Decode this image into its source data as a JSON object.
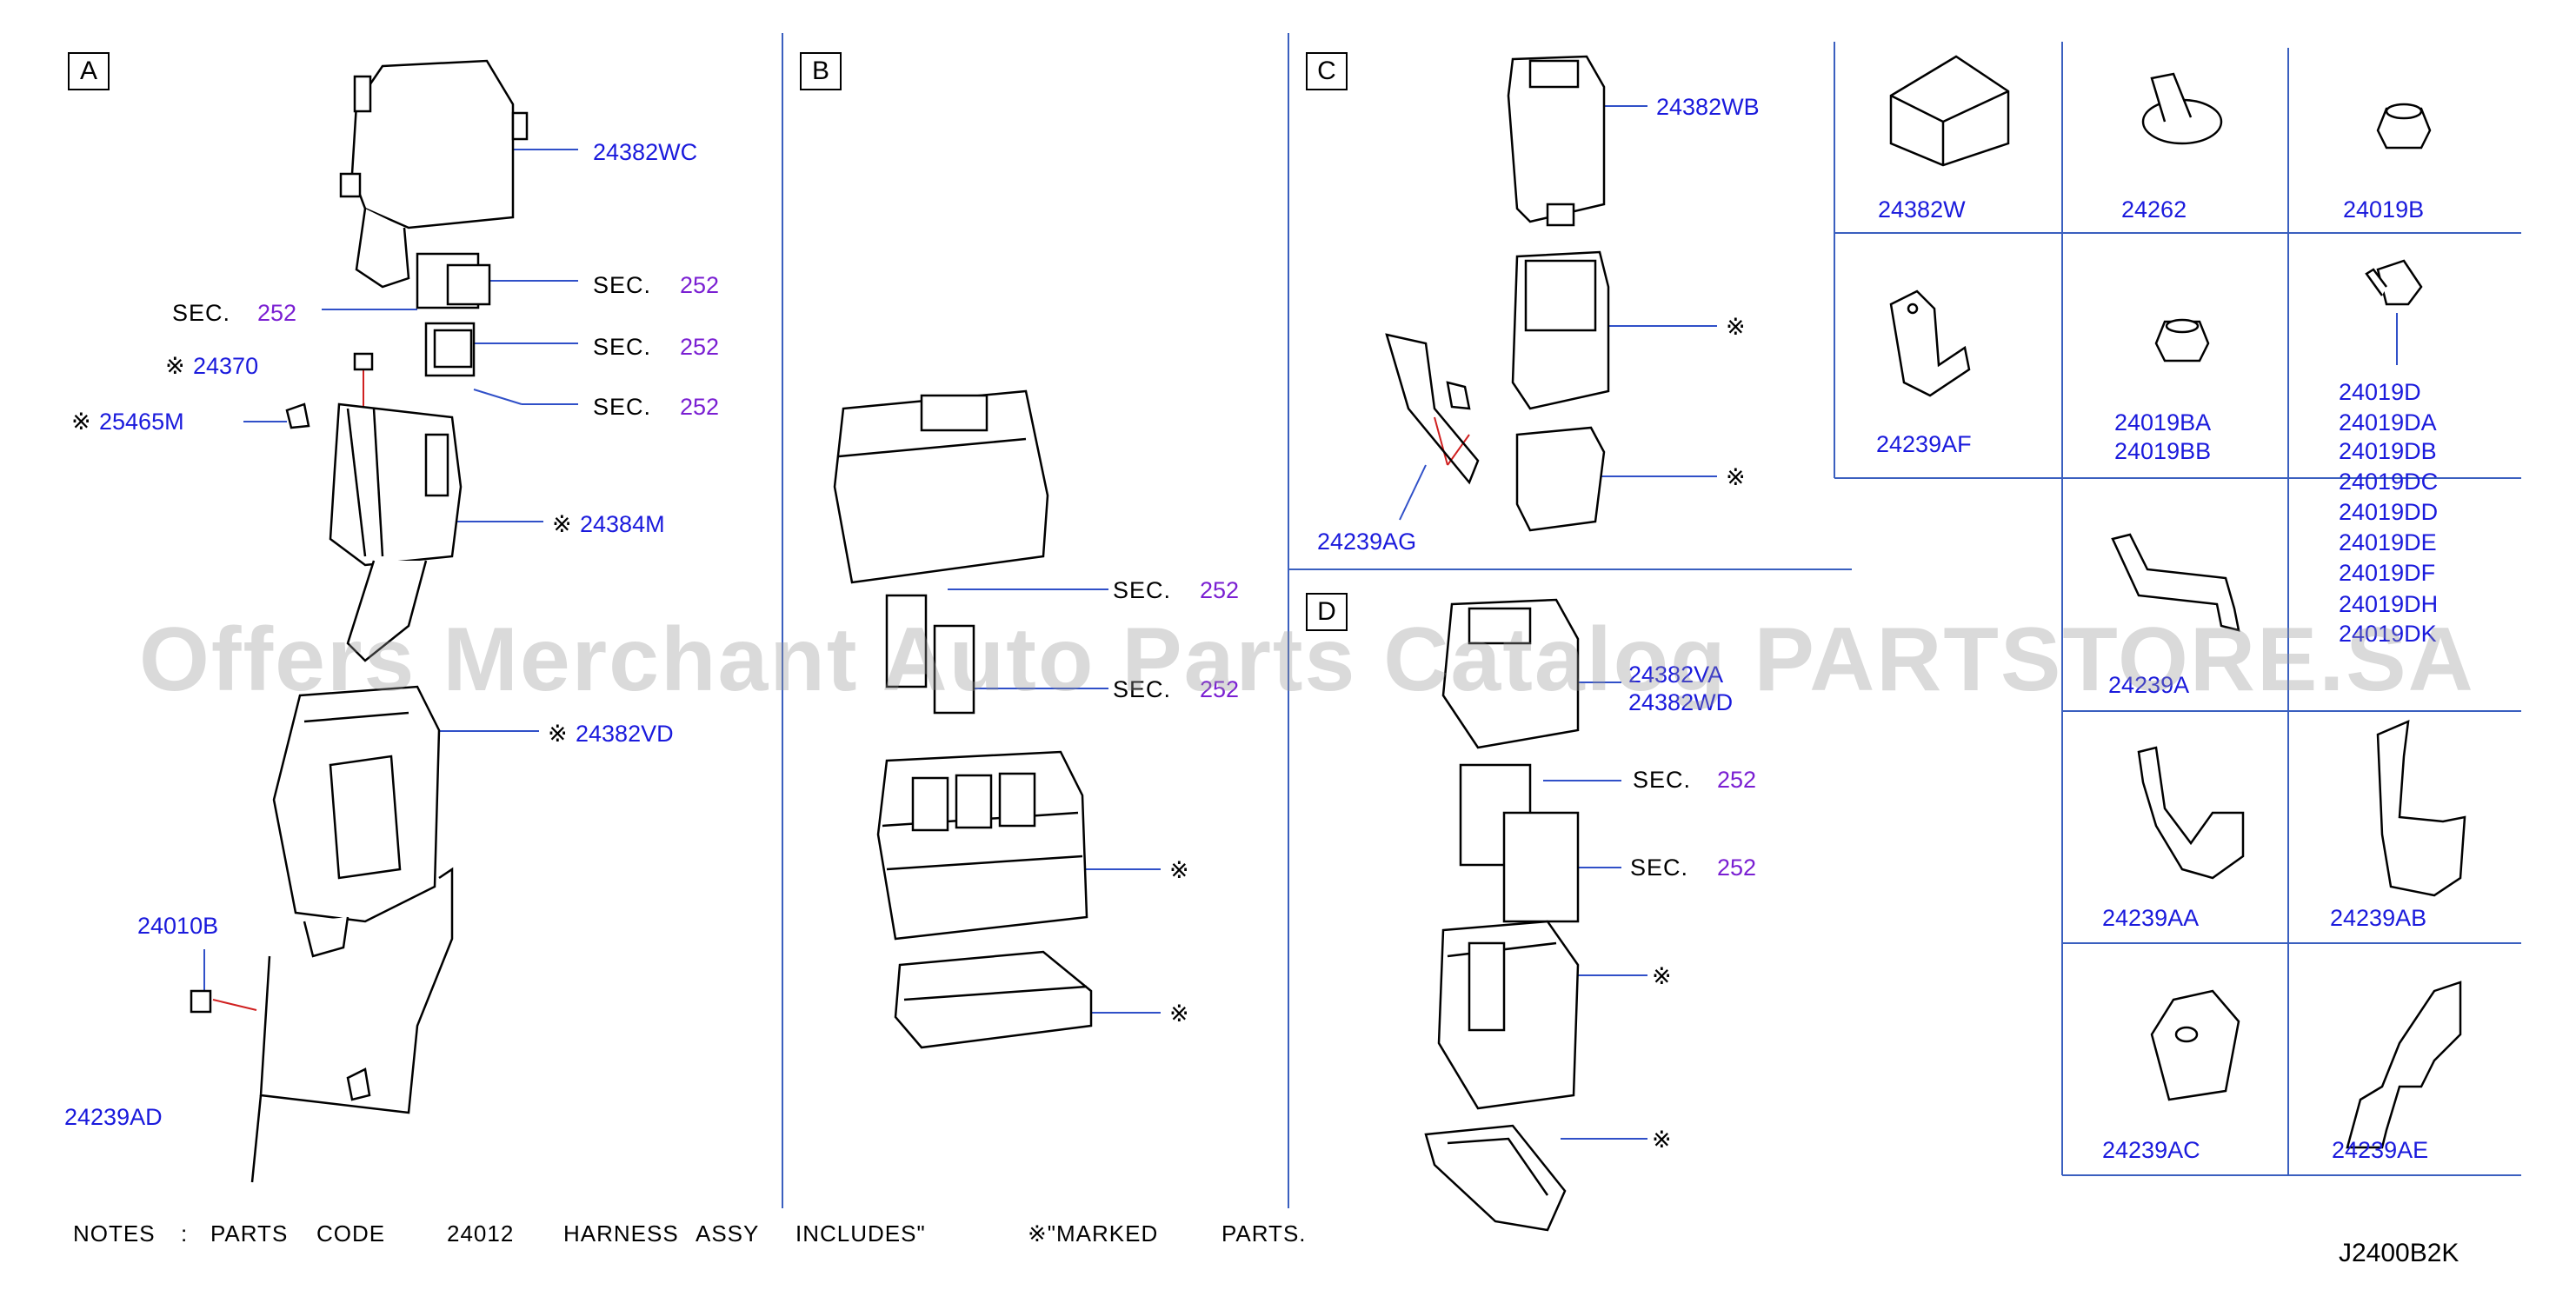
{
  "sections": {
    "a": "A",
    "b": "B",
    "c": "C",
    "d": "D"
  },
  "sec": {
    "word": "SEC.",
    "num": "252"
  },
  "mark": "※",
  "labels": {
    "p24382WC": "24382WC",
    "p24370": "24370",
    "p25465M": "25465M",
    "p24384M": "24384M",
    "p24382VD": "24382VD",
    "p24010B": "24010B",
    "p24239AD": "24239AD",
    "p24382WB": "24382WB",
    "p24239AG": "24239AG",
    "p24382VA": "24382VA",
    "p24382WD": "24382WD",
    "p24382W": "24382W",
    "p24262": "24262",
    "p24019B": "24019B",
    "p24239AF": "24239AF",
    "p24019BA": "24019BA",
    "p24019BB": "24019BB",
    "p24019D": "24019D",
    "p24019DA": "24019DA",
    "p24019DB": "24019DB",
    "p24019DC": "24019DC",
    "p24019DD": "24019DD",
    "p24019DE": "24019DE",
    "p24019DF": "24019DF",
    "p24019DH": "24019DH",
    "p24019DK": "24019DK",
    "p24239A": "24239A",
    "p24239AA": "24239AA",
    "p24239AB": "24239AB",
    "p24239AC": "24239AC",
    "p24239AE": "24239AE"
  },
  "notes": {
    "notes_label": "NOTES",
    "colon": ":",
    "parts": "PARTS",
    "code": "CODE",
    "code_num": "24012",
    "harness": "HARNESS",
    "assy": "ASSY",
    "includes": "INCLUDES\"",
    "marked": "※\"MARKED",
    "parts2": "PARTS."
  },
  "diagram_code": "J2400B2K",
  "watermark": "Offers Merchant Auto Parts Catalog PARTSTORE.SA",
  "colors": {
    "part_number": "#1a1adc",
    "section_number": "#7a1fd2",
    "leader": "#3050c8",
    "panel_line": "#3a5fbf"
  }
}
